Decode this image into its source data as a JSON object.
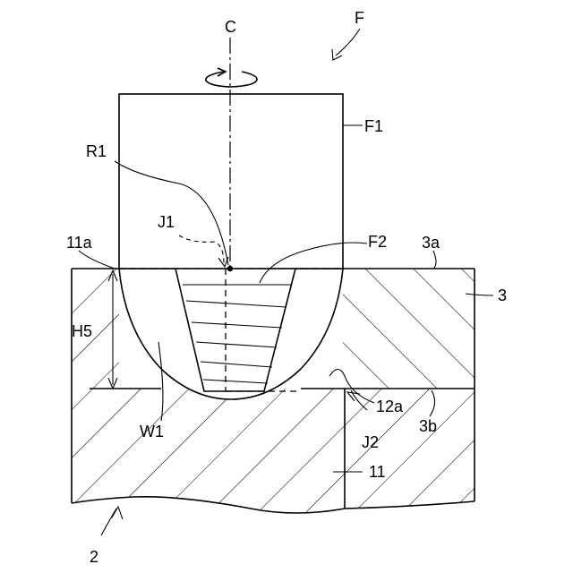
{
  "figure": {
    "labels": {
      "axis": "C",
      "tool": "F",
      "shoulder": "F1",
      "pin": "F2",
      "point": "R1",
      "butt_line": "J1",
      "overlap_line": "J2",
      "weld": "W1",
      "upper_surface_11": "11a",
      "upper_surface_3": "3a",
      "member_3": "3",
      "lower_surface_3": "3b",
      "step_surface": "12a",
      "member_11": "11",
      "height": "H5",
      "joint": "2"
    }
  }
}
